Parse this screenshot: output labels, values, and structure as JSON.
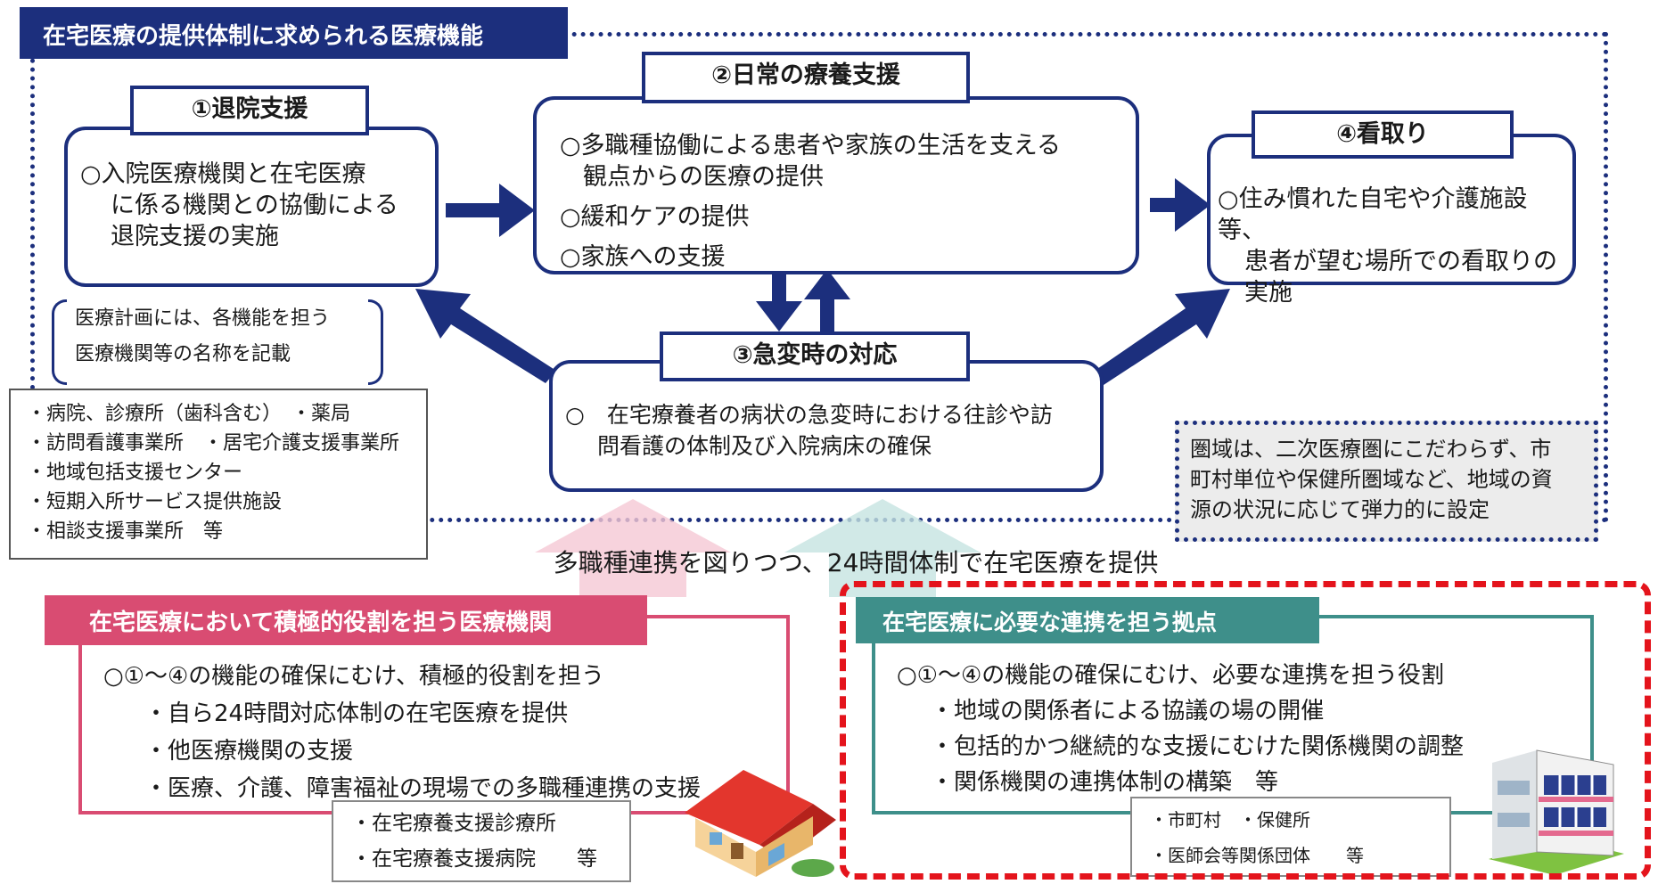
{
  "header": {
    "title": "在宅医療の提供体制に求められる医療機能"
  },
  "functions": {
    "discharge": {
      "title": "①退院支援",
      "lines": [
        "○入院医療機関と在宅医療",
        "に係る機関との協働による",
        "退院支援の実施"
      ]
    },
    "daily_care": {
      "title": "②日常の療養支援",
      "items": [
        "○多職種協働による患者や家族の生活を支える",
        "観点からの医療の提供",
        "○緩和ケアの提供",
        "○家族への支援"
      ]
    },
    "emergency": {
      "title": "③急変時の対応",
      "lines": [
        "○　在宅療養者の病状の急変時における往診や訪",
        "問看護の体制及び入院病床の確保"
      ]
    },
    "end_of_life": {
      "title": "④看取り",
      "lines": [
        "○住み慣れた自宅や介護施設等、",
        "患者が望む場所での看取りの",
        "実施"
      ]
    }
  },
  "bracket_note": {
    "lines": [
      "医療計画には、各機能を担う",
      "医療機関等の名称を記載"
    ]
  },
  "facility_list": {
    "items": [
      "・病院、診療所（歯科含む）　・薬局",
      "・訪問看護事業所　・居宅介護支援事業所",
      "・地域包括支援センター",
      "・短期入所サービス提供施設",
      "・相談支援事業所　等"
    ]
  },
  "region_note": {
    "lines": [
      "圏域は、二次医療圏にこだわらず、市",
      "町村単位や保健所圏域など、地域の資",
      "源の状況に応じて弾力的に設定"
    ]
  },
  "center_note": "多職種連携を図りつつ、24時間体制で在宅医療を提供",
  "active_role": {
    "tab": "在宅医療において積極的役割を担う医療機関",
    "lines": [
      "○①～④の機能の確保にむけ、積極的役割を担う",
      "・自ら24時間対応体制の在宅医療を提供",
      "・他医療機関の支援",
      "・医療、介護、障害福祉の現場での多職種連携の支援"
    ],
    "sub_items": [
      "・在宅療養支援診療所",
      "・在宅療養支援病院　　等"
    ]
  },
  "coordination_hub": {
    "tab": "在宅医療に必要な連携を担う拠点",
    "lines": [
      "○①～④の機能の確保にむけ、必要な連携を担う役割",
      "・地域の関係者による協議の場の開催",
      "・包括的かつ継続的な支援にむけた関係機関の調整",
      "・関係機関の連携体制の構築　等"
    ],
    "sub_items": [
      "・市町村　・保健所",
      "・医師会等関係団体　　等"
    ]
  },
  "colors": {
    "navy": "#1c2f7d",
    "pink": "#d94c72",
    "teal": "#3e8f8a",
    "red": "#e4141c"
  }
}
